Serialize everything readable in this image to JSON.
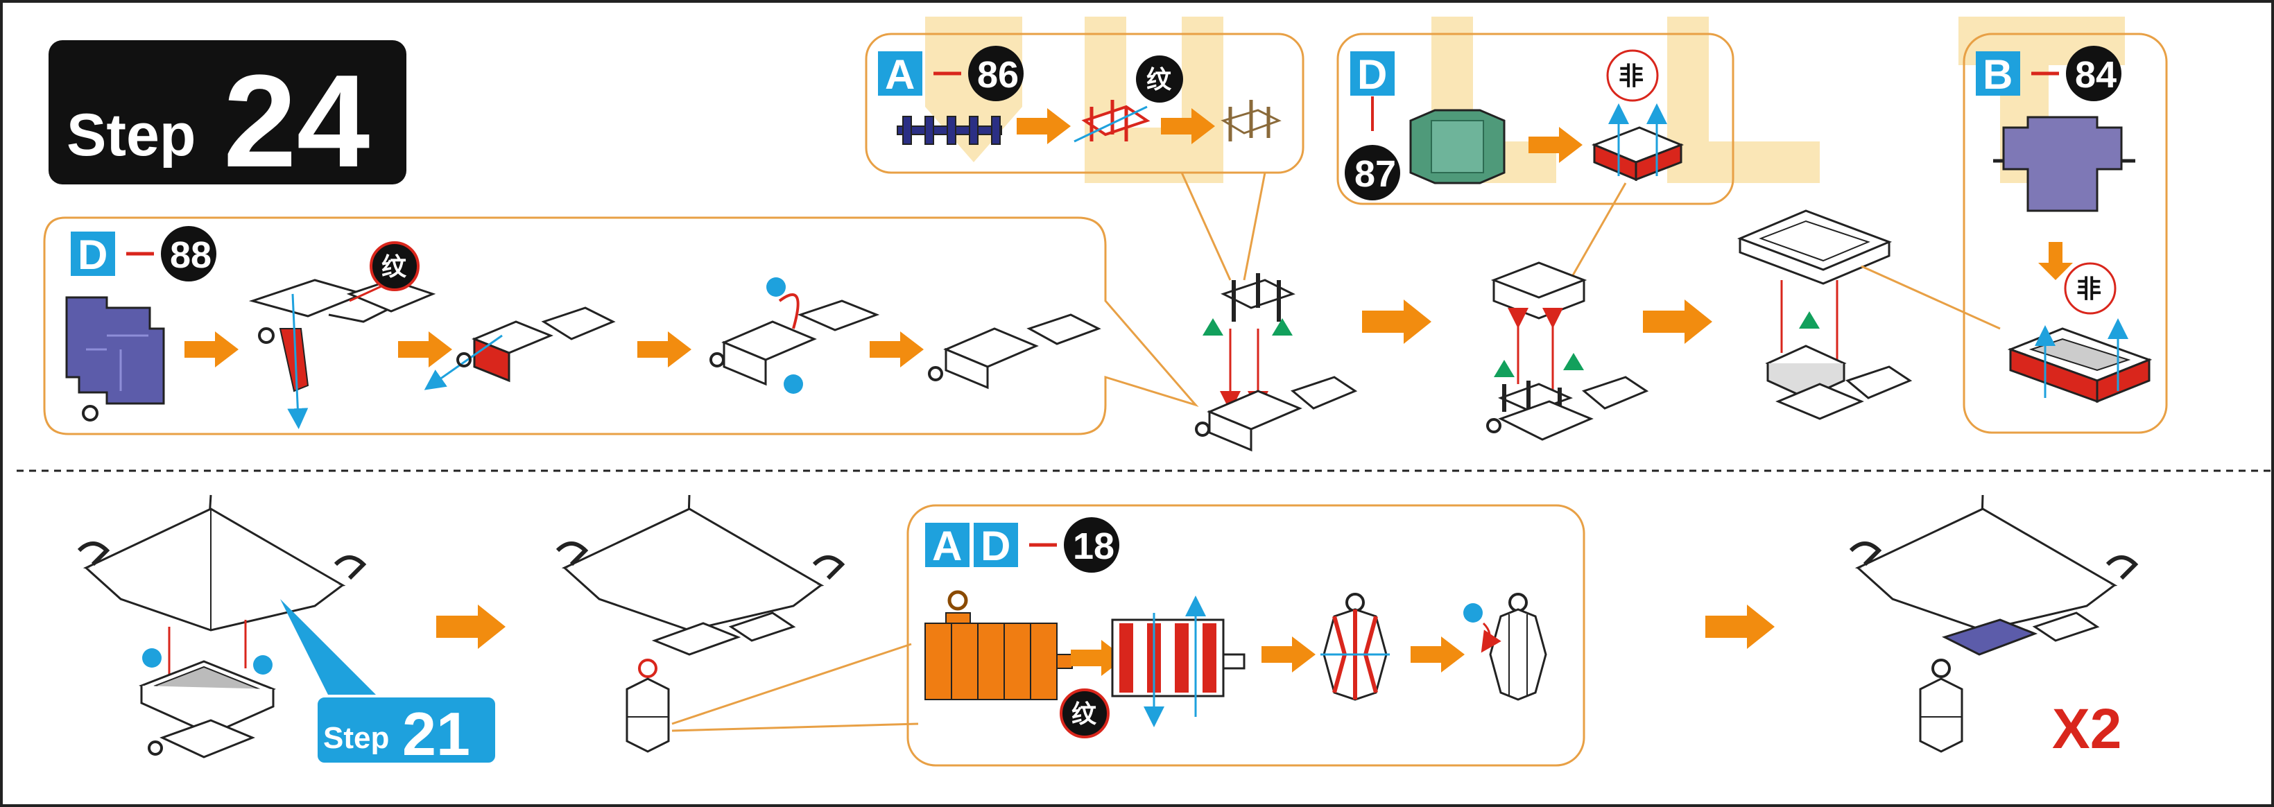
{
  "header": {
    "step_word": "Step",
    "step_number": "24"
  },
  "callouts": {
    "a86": {
      "letters": [
        "A"
      ],
      "number": "86",
      "mark": "纹"
    },
    "d87": {
      "letters": [
        "D"
      ],
      "number": "87",
      "mark": "非"
    },
    "b84": {
      "letters": [
        "B"
      ],
      "number": "84",
      "mark": "非"
    },
    "d88": {
      "letters": [
        "D"
      ],
      "number": "88",
      "mark": "纹"
    },
    "ad18": {
      "letters": [
        "A",
        "D"
      ],
      "number": "18",
      "mark": "纹"
    }
  },
  "step21_ref": {
    "word": "Step",
    "number": "21"
  },
  "multiplier": "X2",
  "colors": {
    "orange": "#f28c0f",
    "callout_border": "#e8a045",
    "letter_box": "#1ea1dd",
    "black_circle": "#111111",
    "red": "#d9261c",
    "blue_marker": "#1ea1dd",
    "green_triangle": "#12a05c",
    "purple_part": "#5c5caa",
    "green_part": "#4f9a7a",
    "orange_part": "#f07d12",
    "watermark": "#f6d27a"
  },
  "icons": [
    "arrow-right-icon",
    "arrow-down-icon",
    "blue-dot-icon",
    "green-triangle-icon",
    "fold-mark-icon"
  ]
}
